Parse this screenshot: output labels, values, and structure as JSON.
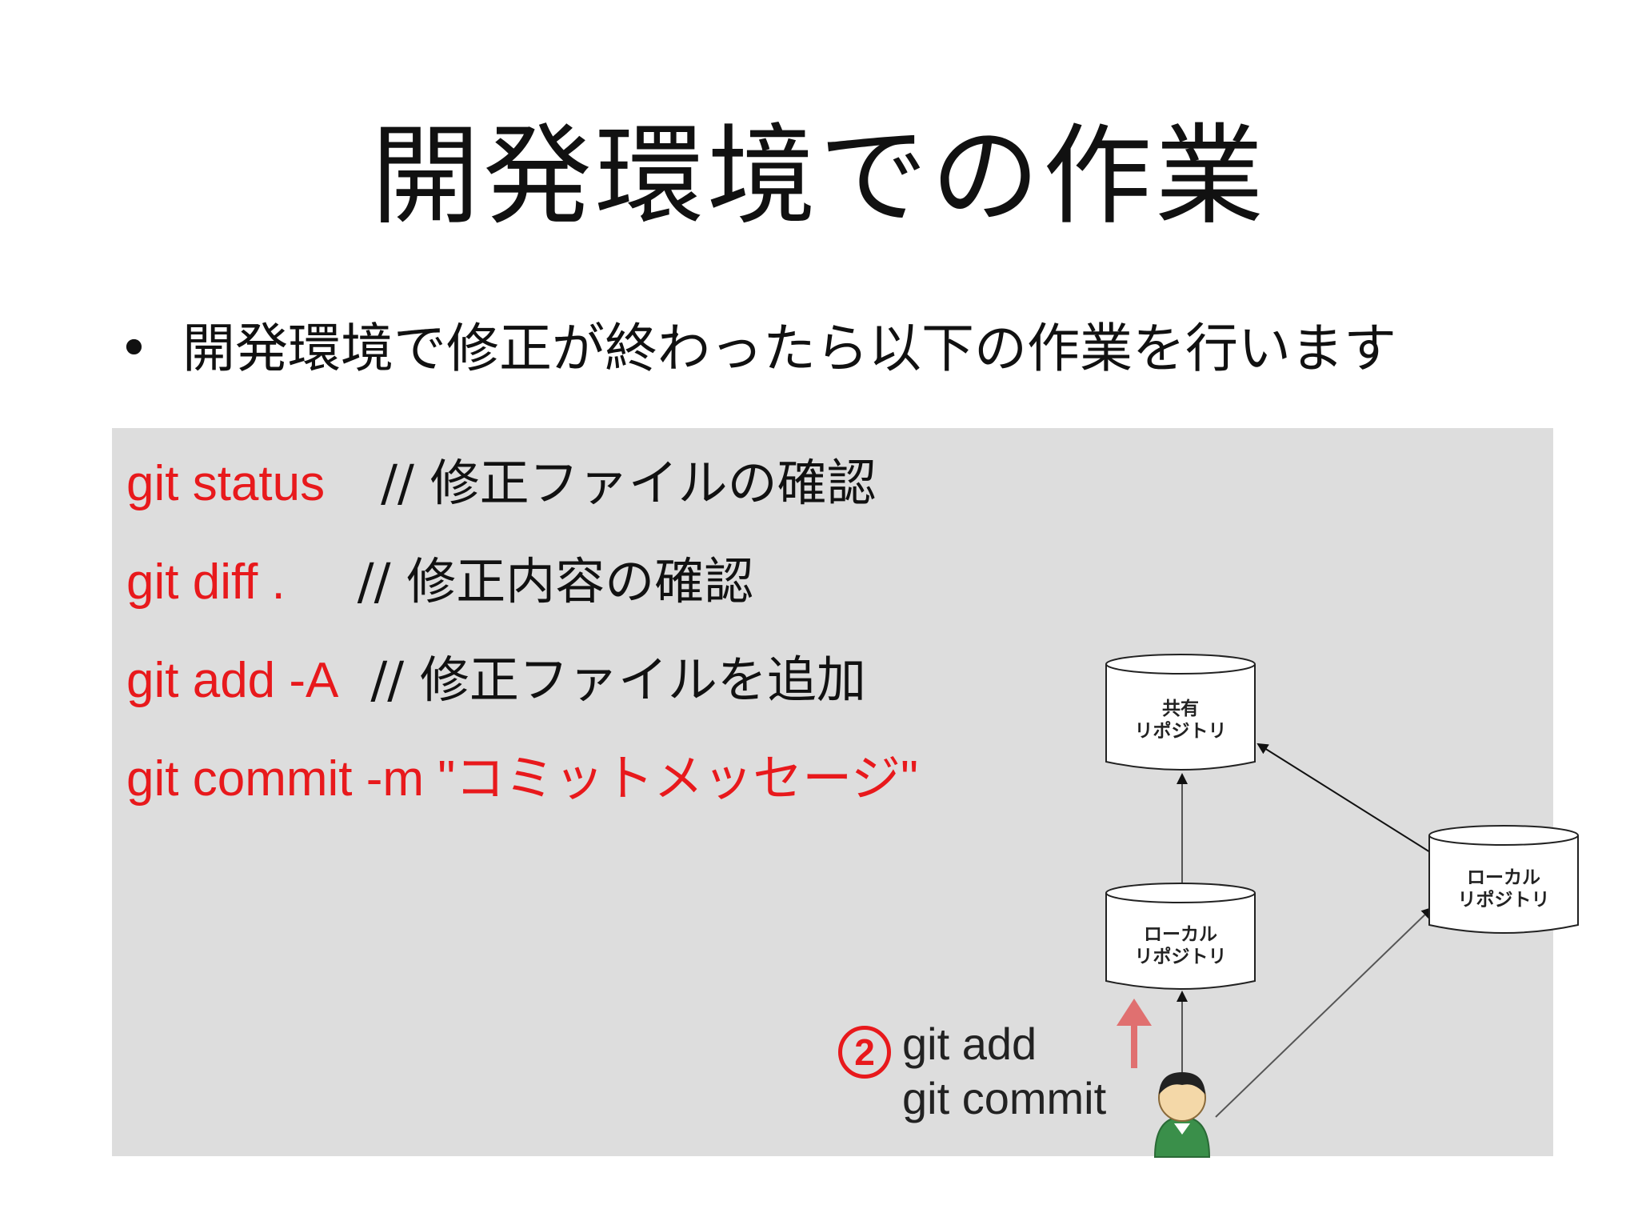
{
  "slide": {
    "title": "開発環境での作業",
    "bullet": "開発環境で修正が終わったら以下の作業を行います"
  },
  "code": {
    "lines": [
      {
        "cmd": "git status",
        "comment": "// 修正ファイルの確認"
      },
      {
        "cmd": "git diff .",
        "comment": "// 修正内容の確認"
      },
      {
        "cmd": "git add -A",
        "comment": "// 修正ファイルを追加"
      },
      {
        "cmd": "git commit -m \"",
        "cmd_jp": "コミットメッセージ",
        "cmd_end": "\""
      }
    ]
  },
  "diagram": {
    "shared_repo": {
      "line1": "共有",
      "line2": "リポジトリ"
    },
    "local_repo": {
      "line1": "ローカル",
      "line2": "リポジトリ"
    },
    "other_local_repo": {
      "line1": "ローカル",
      "line2": "リポジトリ"
    },
    "step_number": "2",
    "step_label_1": "git add",
    "step_label_2": "git commit"
  },
  "colors": {
    "command": "#e8191c",
    "box_bg": "#dddddd",
    "person_shirt": "#3a8f4a",
    "person_face": "#f4d8a8"
  },
  "icons": {
    "bullet": "bullet-dot-icon",
    "person": "user-avatar-icon",
    "database": "database-cylinder-icon"
  }
}
